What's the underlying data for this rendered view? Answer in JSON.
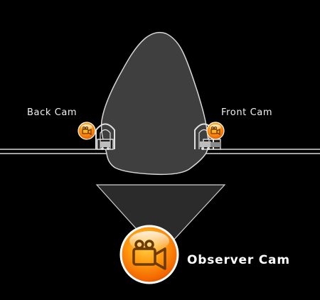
{
  "labels": {
    "back_cam": "Back Cam",
    "front_cam": "Front Cam",
    "observer_cam": "Observer Cam"
  },
  "icons": {
    "back_cam": "video-camera-icon",
    "front_cam": "video-camera-icon",
    "observer_cam": "video-camera-icon"
  },
  "colors": {
    "background": "#000000",
    "mountain_fill": "#3f3f3f",
    "outline": "#dcdcdc",
    "camera_orange": "#ff7a00",
    "camera_icon": "#6b3a00"
  }
}
